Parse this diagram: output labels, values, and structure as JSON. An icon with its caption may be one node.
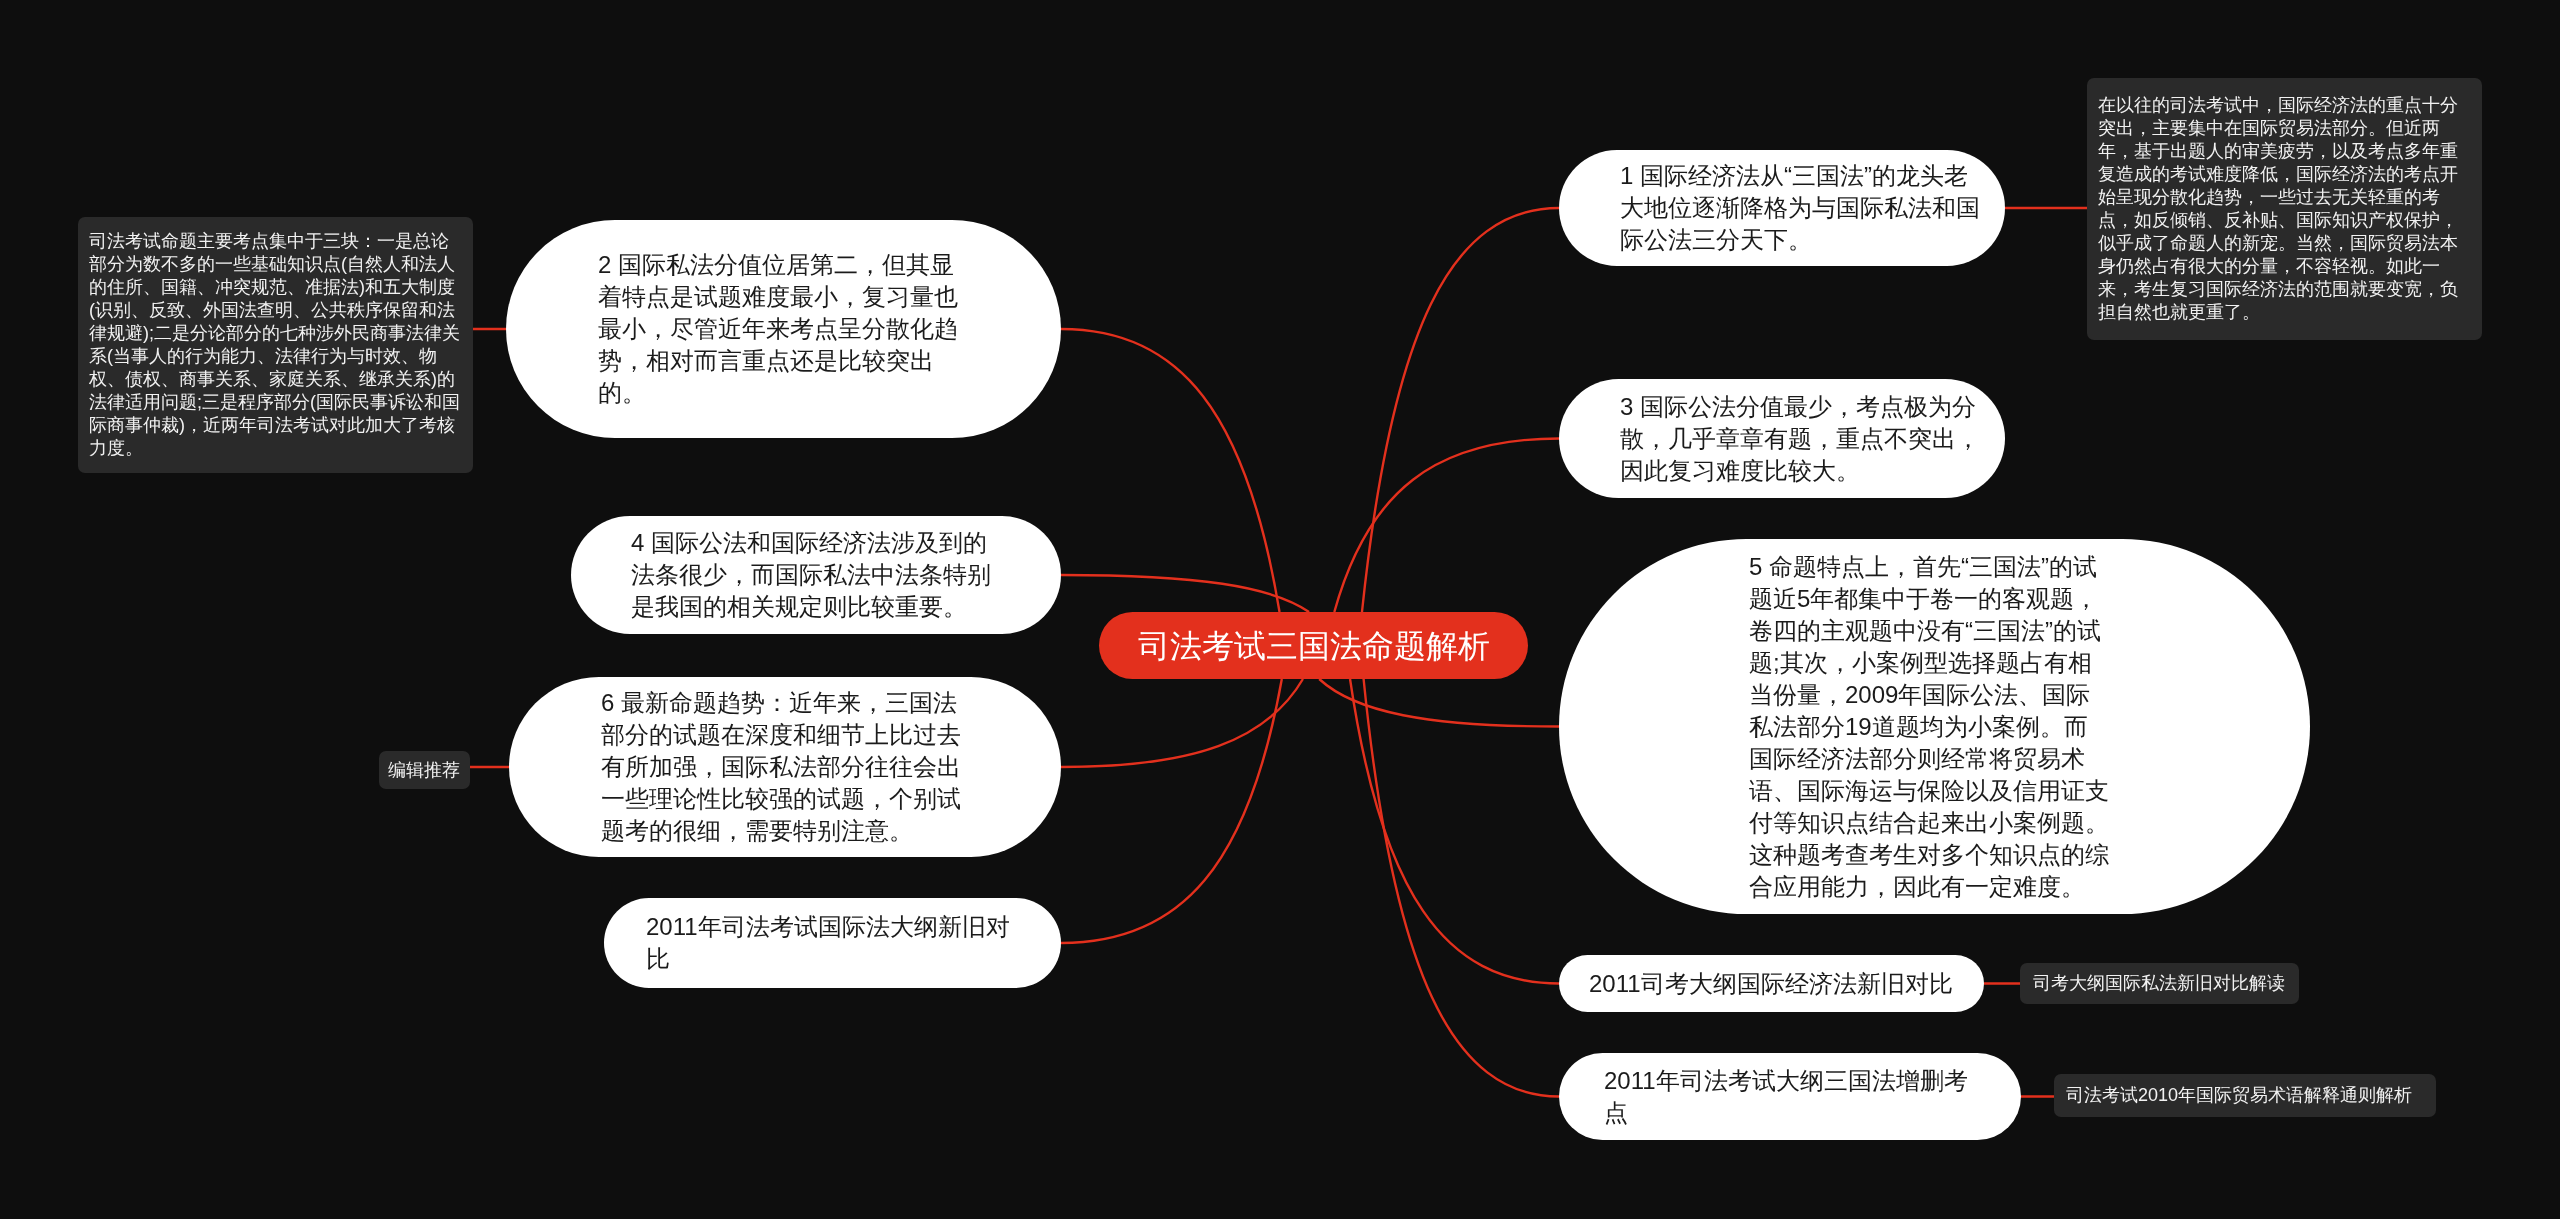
{
  "diagram": {
    "nodes": [
      {
        "text": [
          "司法考试三国法命题解析"
        ]
      },
      {
        "text": [
          "1 国际经济法从“三国法”的龙头老大地位逐渐降格为与国际私法和国际公法三分天下。"
        ]
      },
      {
        "text": [
          "在以往的司法考试中，国际经济法的重点十分突出，主要集中在国际贸易法部分。但近两年，基于出题人的审美疲劳，以及考点多年重复造成的考试难度降低，国际经济法的考点开始呈现分散化趋势，一些过去无关轻重的考点，如反倾销、反补贴、国际知识产权保护，似乎成了命题人的新宠。当然，国际贸易法本身仍然占有很大的分量，不容轻视。如此一来，考生复习国际经济法的范围就要变宽，负担自然也就更重了。"
        ]
      },
      {
        "text": [
          "2 国际私法分值位居第二，但其显着特点是试题难度最小，复习量也最小，尽管近年来考点呈分散化趋势，相对而言重点还是比较突出的。"
        ]
      },
      {
        "text": [
          "司法考试命题主要考点集中于三块：一是总论部分为数不多的一些基础知识点(自然人和法人的住所、国籍、冲突规范、准据法)和五大制度(识别、反致、外国法查明、公共秩序保留和法律规避);二是分论部分的七种涉外民商事法律关系(当事人的行为能力、法律行为与时效、物权、债权、商事关系、家庭关系、继承关系)的法律适用问题;三是程序部分(国际民事诉讼和国际商事仲裁)，近两年司法考试对此加大了考核力度。"
        ]
      },
      {
        "text": [
          "3 国际公法分值最少，考点极为分散，几乎章章有题，重点不突出，因此复习难度比较大。"
        ]
      },
      {
        "text": [
          "4 国际公法和国际经济法涉及到的法条很少，而国际私法中法条特别是我国的相关规定则比较重要。"
        ]
      },
      {
        "text": [
          "5 命题特点上，首先“三国法”的试题近5年都集中于卷一的客观题，卷四的主观题中没有“三国法”的试题;其次，小案例型选择题占有相当份量，2009年国际公法、国际私法部分19道题均为小案例。而国际经济法部分则经常将贸易术语、国际海运与保险以及信用证支付等知识点结合起来出小案例题。这种题考查考生对多个知识点的综合应用能力，因此有一定难度。"
        ]
      },
      {
        "text": [
          "6 最新命题趋势：近年来，三国法部分的试题在深度和细节上比过去有所加强，国际私法部分往往会出一些理论性比较强的试题，个别试题考的很细，需要特别注意。"
        ]
      },
      {
        "text": [
          "编辑推荐"
        ]
      },
      {
        "text": [
          "2011年司法考试国际法大纲新旧对比"
        ]
      },
      {
        "text": [
          "2011司考大纲国际经济法新旧对比"
        ]
      },
      {
        "text": [
          "司考大纲国际私法新旧对比解读"
        ]
      },
      {
        "text": [
          "2011年司法考试大纲三国法增删考点"
        ]
      },
      {
        "text": [
          "司法考试2010年国际贸易术语解释通则解析"
        ]
      }
    ],
    "edges": [
      {
        "from": 0,
        "to": 1,
        "arrow": "none"
      },
      {
        "from": 1,
        "to": 2,
        "arrow": "none"
      },
      {
        "from": 0,
        "to": 3,
        "arrow": "none"
      },
      {
        "from": 3,
        "to": 4,
        "arrow": "none"
      },
      {
        "from": 0,
        "to": 5,
        "arrow": "none"
      },
      {
        "from": 0,
        "to": 6,
        "arrow": "none"
      },
      {
        "from": 0,
        "to": 7,
        "arrow": "none"
      },
      {
        "from": 0,
        "to": 8,
        "arrow": "none"
      },
      {
        "from": 8,
        "to": 9,
        "arrow": "none"
      },
      {
        "from": 0,
        "to": 10,
        "arrow": "none"
      },
      {
        "from": 0,
        "to": 11,
        "arrow": "none"
      },
      {
        "from": 11,
        "to": 12,
        "arrow": "none"
      },
      {
        "from": 0,
        "to": 13,
        "arrow": "none"
      },
      {
        "from": 13,
        "to": 14,
        "arrow": "none"
      }
    ]
  }
}
